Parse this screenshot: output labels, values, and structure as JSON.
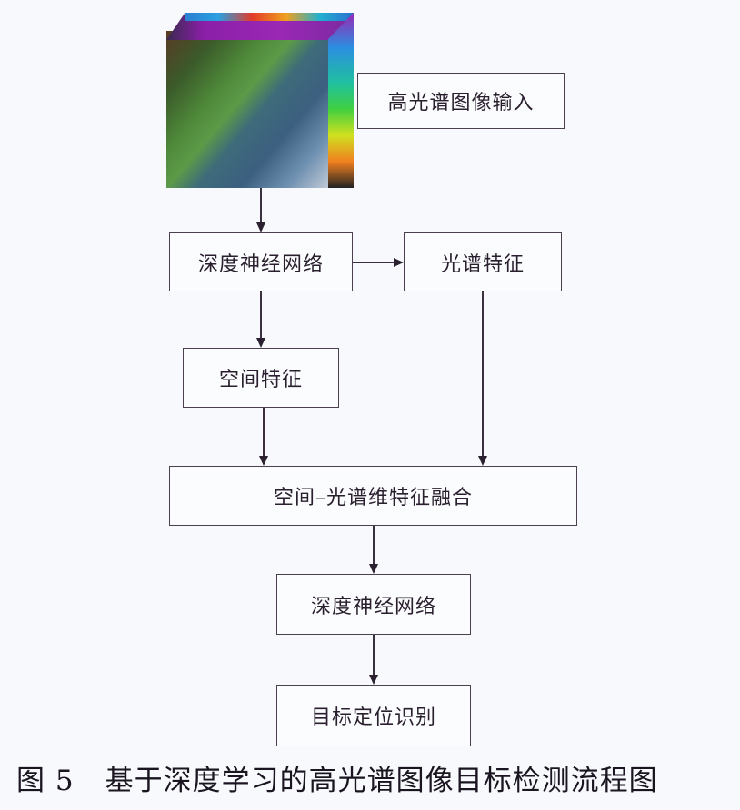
{
  "diagram": {
    "input_image": {
      "icon": "hyperspectral-cube-image"
    },
    "nodes": [
      {
        "id": "hsi_input",
        "label": "高光谱图像输入"
      },
      {
        "id": "dnn_1",
        "label": "深度神经网络"
      },
      {
        "id": "spectral",
        "label": "光谱特征"
      },
      {
        "id": "spatial",
        "label": "空间特征"
      },
      {
        "id": "fusion",
        "label": "空间–光谱维特征融合"
      },
      {
        "id": "dnn_2",
        "label": "深度神经网络"
      },
      {
        "id": "target",
        "label": "目标定位识别"
      }
    ],
    "edges": [
      {
        "from": "input_image",
        "to": "dnn_1"
      },
      {
        "from": "dnn_1",
        "to": "spectral"
      },
      {
        "from": "dnn_1",
        "to": "spatial"
      },
      {
        "from": "spatial",
        "to": "fusion"
      },
      {
        "from": "spectral",
        "to": "fusion"
      },
      {
        "from": "fusion",
        "to": "dnn_2"
      },
      {
        "from": "dnn_2",
        "to": "target"
      }
    ]
  },
  "caption": {
    "number": "图 5",
    "text": "基于深度学习的高光谱图像目标检测流程图"
  }
}
